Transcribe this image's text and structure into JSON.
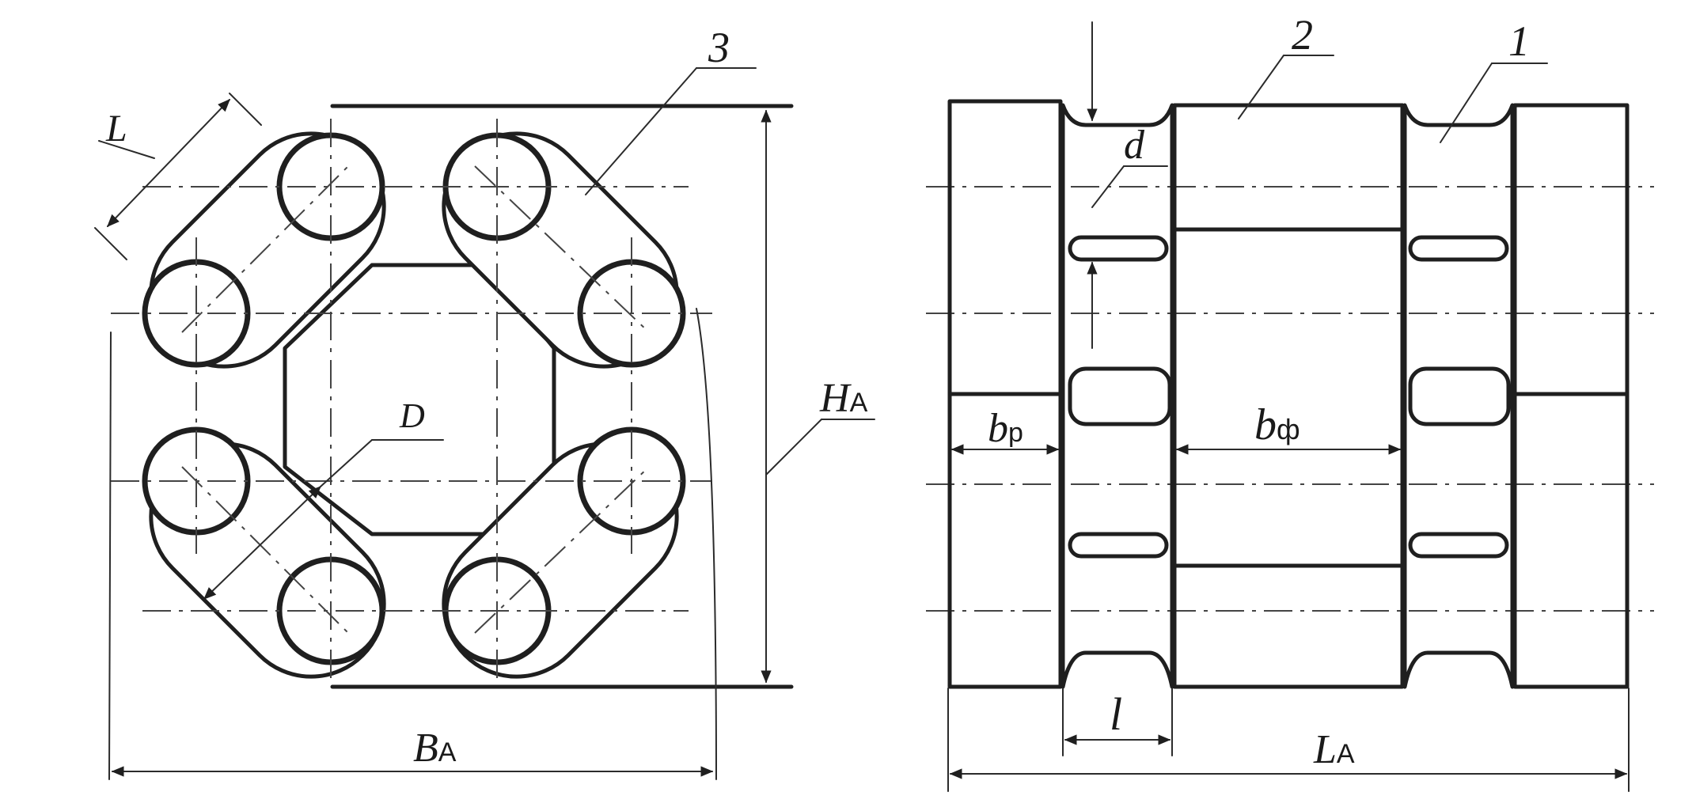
{
  "left_view": {
    "labels": {
      "link_length": "L",
      "part_number": "3",
      "diameter": "D",
      "height_main": "H",
      "height_sub": "A",
      "width_main": "B",
      "width_sub": "A"
    }
  },
  "right_view": {
    "labels": {
      "part_number_2": "2",
      "part_number_1": "1",
      "pin_diameter": "d",
      "plate_width_main": "b",
      "plate_width_sub": "p",
      "flange_width_main": "b",
      "flange_width_sub": "ф",
      "pitch": "l",
      "length_main": "L",
      "length_sub": "A"
    }
  },
  "colors": {
    "line": "#1f1f1f",
    "paper": "#ffffff"
  }
}
